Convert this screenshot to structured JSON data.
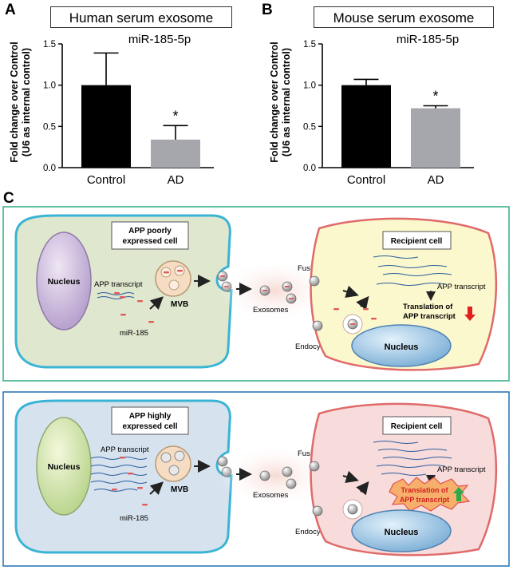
{
  "panels": {
    "a": {
      "letter": "A",
      "title": "Human serum exosome",
      "subtitle": "miR-185-5p",
      "ylabel_line1": "Fold change over Control",
      "ylabel_line2": "(U6 as internal control)",
      "sig": "*"
    },
    "b": {
      "letter": "B",
      "title": "Mouse serum exosome",
      "subtitle": "miR-185-5p",
      "ylabel_line1": "Fold change over Control",
      "ylabel_line2": "(U6 as internal control)",
      "sig": "*"
    },
    "c": {
      "letter": "C"
    }
  },
  "chart_data": [
    {
      "type": "bar",
      "title": "Human serum exosome",
      "subtitle": "miR-185-5p",
      "categories": [
        "Control",
        "AD"
      ],
      "values": [
        1.0,
        0.34
      ],
      "errors": [
        0.39,
        0.17
      ],
      "colors": [
        "#000000",
        "#a6a6ad"
      ],
      "ylabel": "Fold change over Control (U6 as internal control)",
      "ylim": [
        0,
        1.5
      ],
      "yticks": [
        "0.0",
        "0.5",
        "1.0",
        "1.5"
      ],
      "annotation": "*"
    },
    {
      "type": "bar",
      "title": "Mouse serum exosome",
      "subtitle": "miR-185-5p",
      "categories": [
        "Control",
        "AD"
      ],
      "values": [
        1.0,
        0.72
      ],
      "errors": [
        0.07,
        0.03
      ],
      "colors": [
        "#000000",
        "#a6a6ad"
      ],
      "ylabel": "Fold change over Control (U6 as internal control)",
      "ylim": [
        0,
        1.5
      ],
      "yticks": [
        "0.0",
        "0.5",
        "1.0",
        "1.5"
      ],
      "annotation": "*"
    }
  ],
  "diagram": {
    "top": {
      "donor_title_1": "APP poorly",
      "donor_title_2": "expressed cell",
      "nucleus": "Nucleus",
      "app_transcript": "APP transcript",
      "mvb": "MVB",
      "mir": "miR-185",
      "exosomes": "Exosomes",
      "fusion": "Fusion",
      "endocytosis": "Endocytosis",
      "recipient_title": "Recipient cell",
      "recipient_nucleus": "Nucleus",
      "recipient_app": "APP transcript",
      "translation_1": "Translation of",
      "translation_2": "APP transcript",
      "border_color": "#3fb28a",
      "donor_fill": "#dfe7cf",
      "recipient_fill": "#fbf8cd"
    },
    "bottom": {
      "donor_title_1": "APP highly",
      "donor_title_2": "expressed cell",
      "nucleus": "Nucleus",
      "app_transcript": "APP transcript",
      "mvb": "MVB",
      "mir": "miR-185",
      "exosomes": "Exosomes",
      "fusion": "Fusion",
      "endocytosis": "Endocytosis",
      "recipient_title": "Recipient cell",
      "recipient_nucleus": "Nucleus",
      "recipient_app": "APP transcript",
      "translation_1": "Translation of",
      "translation_2": "APP transcript",
      "border_color": "#2f78b8",
      "donor_fill": "#d6e3ef",
      "recipient_fill": "#f8dcdc"
    }
  }
}
